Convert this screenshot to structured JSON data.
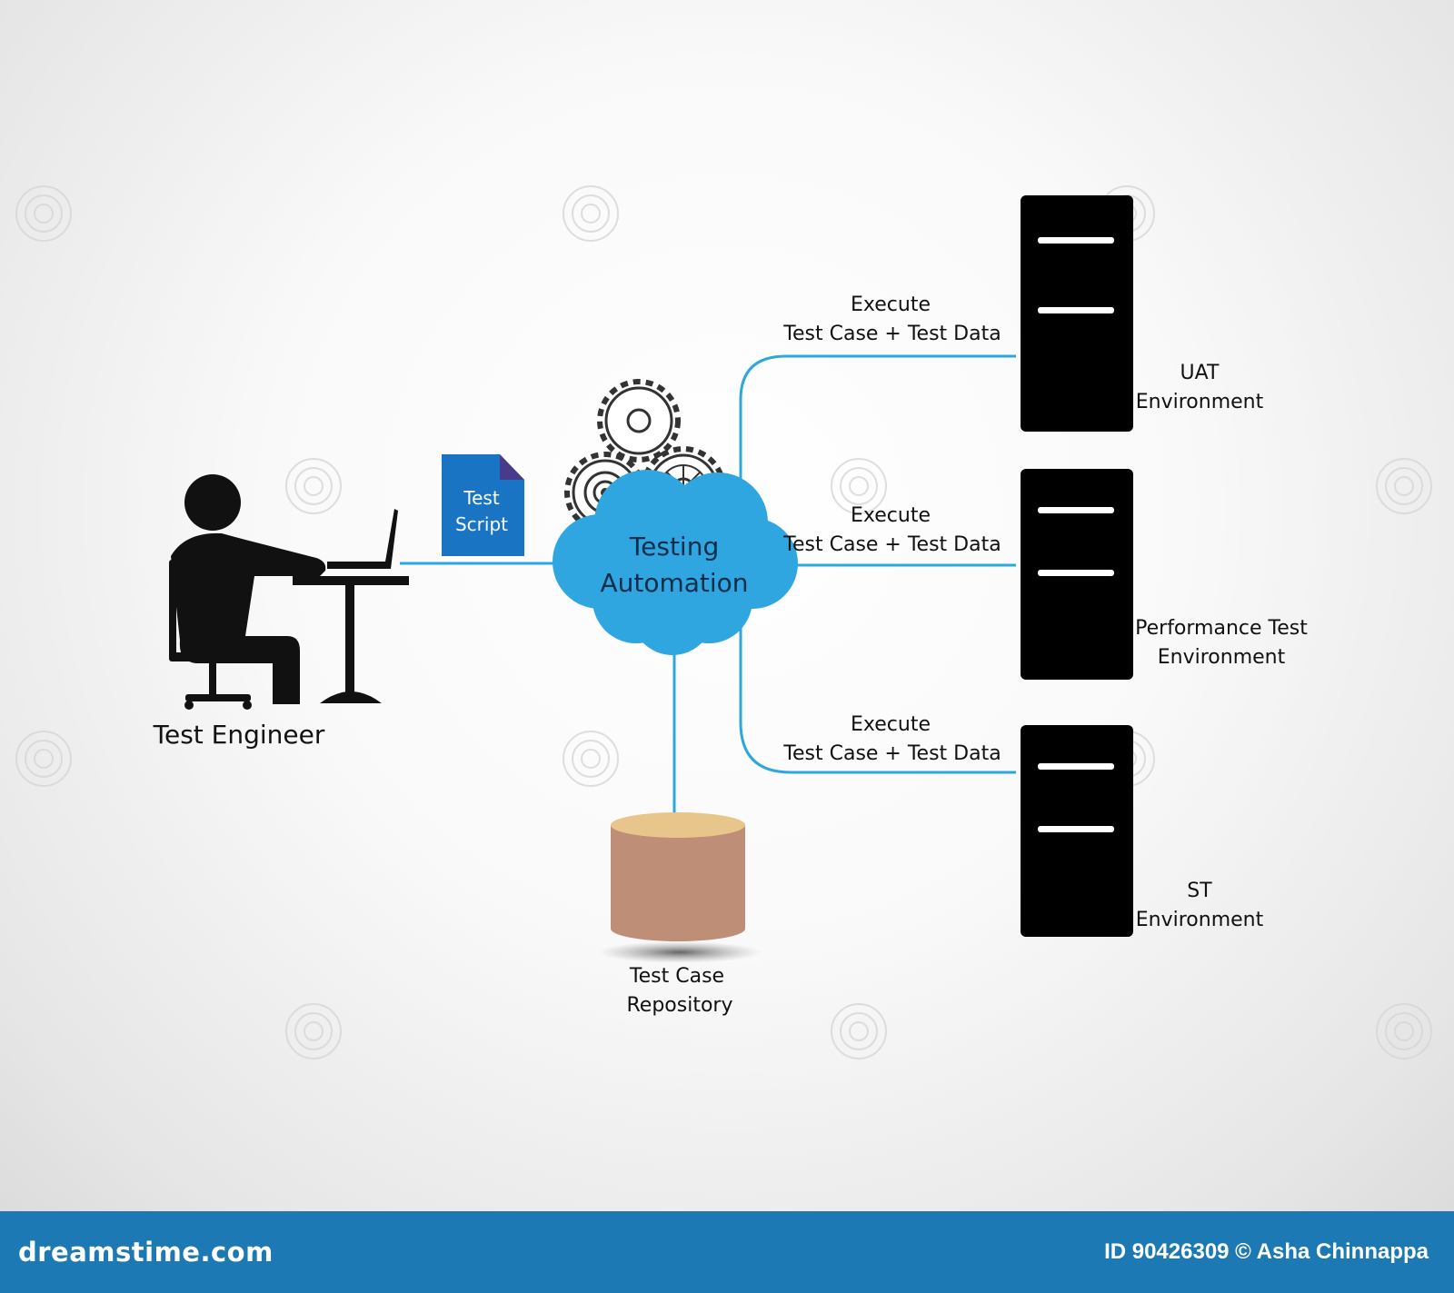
{
  "diagram": {
    "actor": {
      "label": "Test Engineer"
    },
    "document": {
      "line1": "Test",
      "line2": "Script"
    },
    "hub": {
      "line1": "Testing",
      "line2": "Automation"
    },
    "repository": {
      "line1": "Test Case",
      "line2": "Repository"
    },
    "edges": [
      {
        "line1": "Execute",
        "line2": "Test Case + Test Data"
      },
      {
        "line1": "Execute",
        "line2": "Test Case + Test Data"
      },
      {
        "line1": "Execute",
        "line2": "Test Case + Test Data"
      }
    ],
    "servers": [
      {
        "line1": "UAT",
        "line2": "Environment"
      },
      {
        "line1": "Performance Test",
        "line2": "Environment"
      },
      {
        "line1": "ST",
        "line2": "Environment"
      }
    ]
  },
  "footer": {
    "brand": "dreamstime.com",
    "credit": "ID 90426309 © Asha Chinnappa"
  },
  "colors": {
    "connector": "#2ea7dc",
    "cloud": "#2fa6e0",
    "document": "#1a74c4",
    "server": "#000000",
    "repository_body": "#bf8e77",
    "repository_top": "#e8c58a",
    "footer": "#1d79b3"
  }
}
